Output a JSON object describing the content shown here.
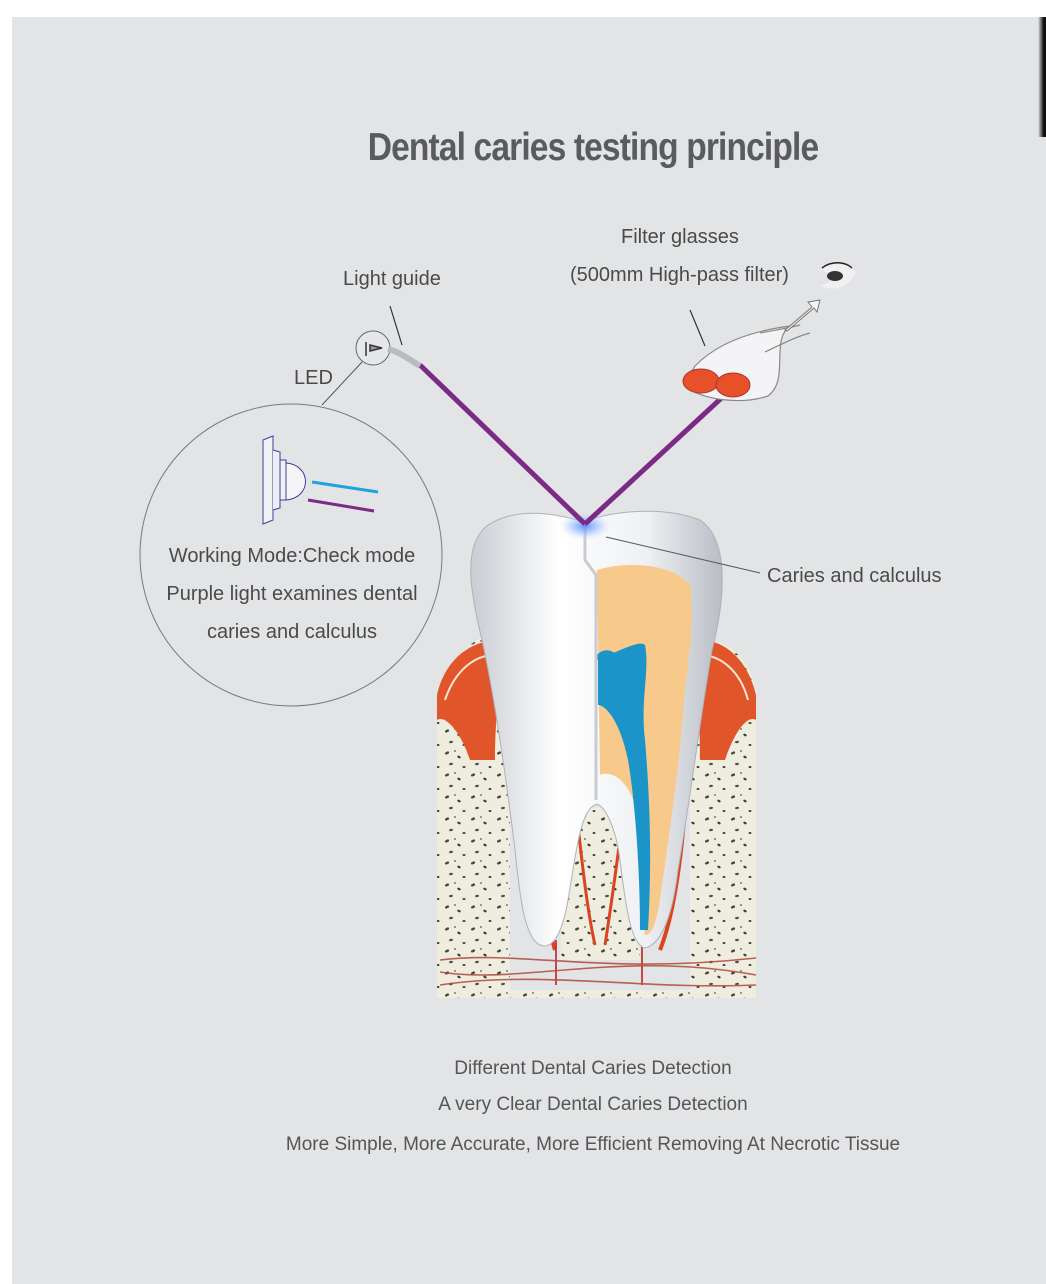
{
  "title": "Dental caries testing principle",
  "labels": {
    "light_guide": "Light guide",
    "led": "LED",
    "filter_glasses": "Filter glasses",
    "filter_spec": "(500mm High-pass filter)",
    "caries_calculus": "Caries and calculus"
  },
  "inset": {
    "line1": "Working Mode:Check mode",
    "line2": "Purple light examines dental",
    "line3": "caries and calculus"
  },
  "footer": {
    "line1": "Different Dental Caries Detection",
    "line2": "A very Clear Dental Caries Detection",
    "line3": "More Simple, More Accurate, More Efficient Removing At Necrotic Tissue"
  },
  "colors": {
    "background": "#e3e4e6",
    "beam_purple": "#7b2a86",
    "beam_blue": "#1fa3e0",
    "pulp_orange": "#f7c98a",
    "canal_blue": "#1b95c9",
    "gum_red": "#d9451e",
    "lens_red": "#e8502a"
  }
}
